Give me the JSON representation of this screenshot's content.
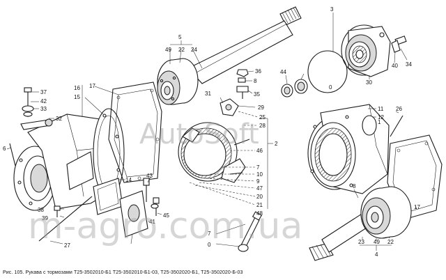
{
  "caption": "Рис. 105. Рукава с тормозами Т25-3502010-Б1  Т25-3502010-Б1-03,  Т25-3502020-Б1,  Т25-3502020-Б-03",
  "watermarks": [
    "AutoSoft",
    "m-agro.com.ua"
  ],
  "callouts": {
    "c5": "5",
    "c49a": "49",
    "c22a": "22",
    "c24": "24",
    "c3": "3",
    "c30": "30",
    "c34": "34",
    "c40": "40",
    "c36": "36",
    "c8a": "8",
    "c35": "35",
    "c44": "44",
    "c0a": "0",
    "c31": "31",
    "c29": "29",
    "c25": "25",
    "c28": "28",
    "c2": "2",
    "c46": "46",
    "c7a": "7",
    "c10": "10",
    "c9": "9",
    "c47": "47",
    "c20": "20",
    "c21": "21",
    "c48": "48",
    "c16": "16",
    "c15": "15",
    "c17a": "17",
    "c37": "37",
    "c42": "42",
    "c33": "33",
    "c32": "32",
    "c6": "6",
    "c38": "38",
    "c39": "39",
    "c27": "27",
    "c14": "14",
    "c43": "43",
    "c41": "41",
    "c45": "45",
    "c7b": "7",
    "c0b": "0",
    "c11": "11",
    "c12": "12",
    "c26": "26",
    "c17b": "17",
    "c8b": "8",
    "c23": "23",
    "c49b": "49",
    "c22b": "22",
    "c4": "4",
    "c1": "1"
  }
}
